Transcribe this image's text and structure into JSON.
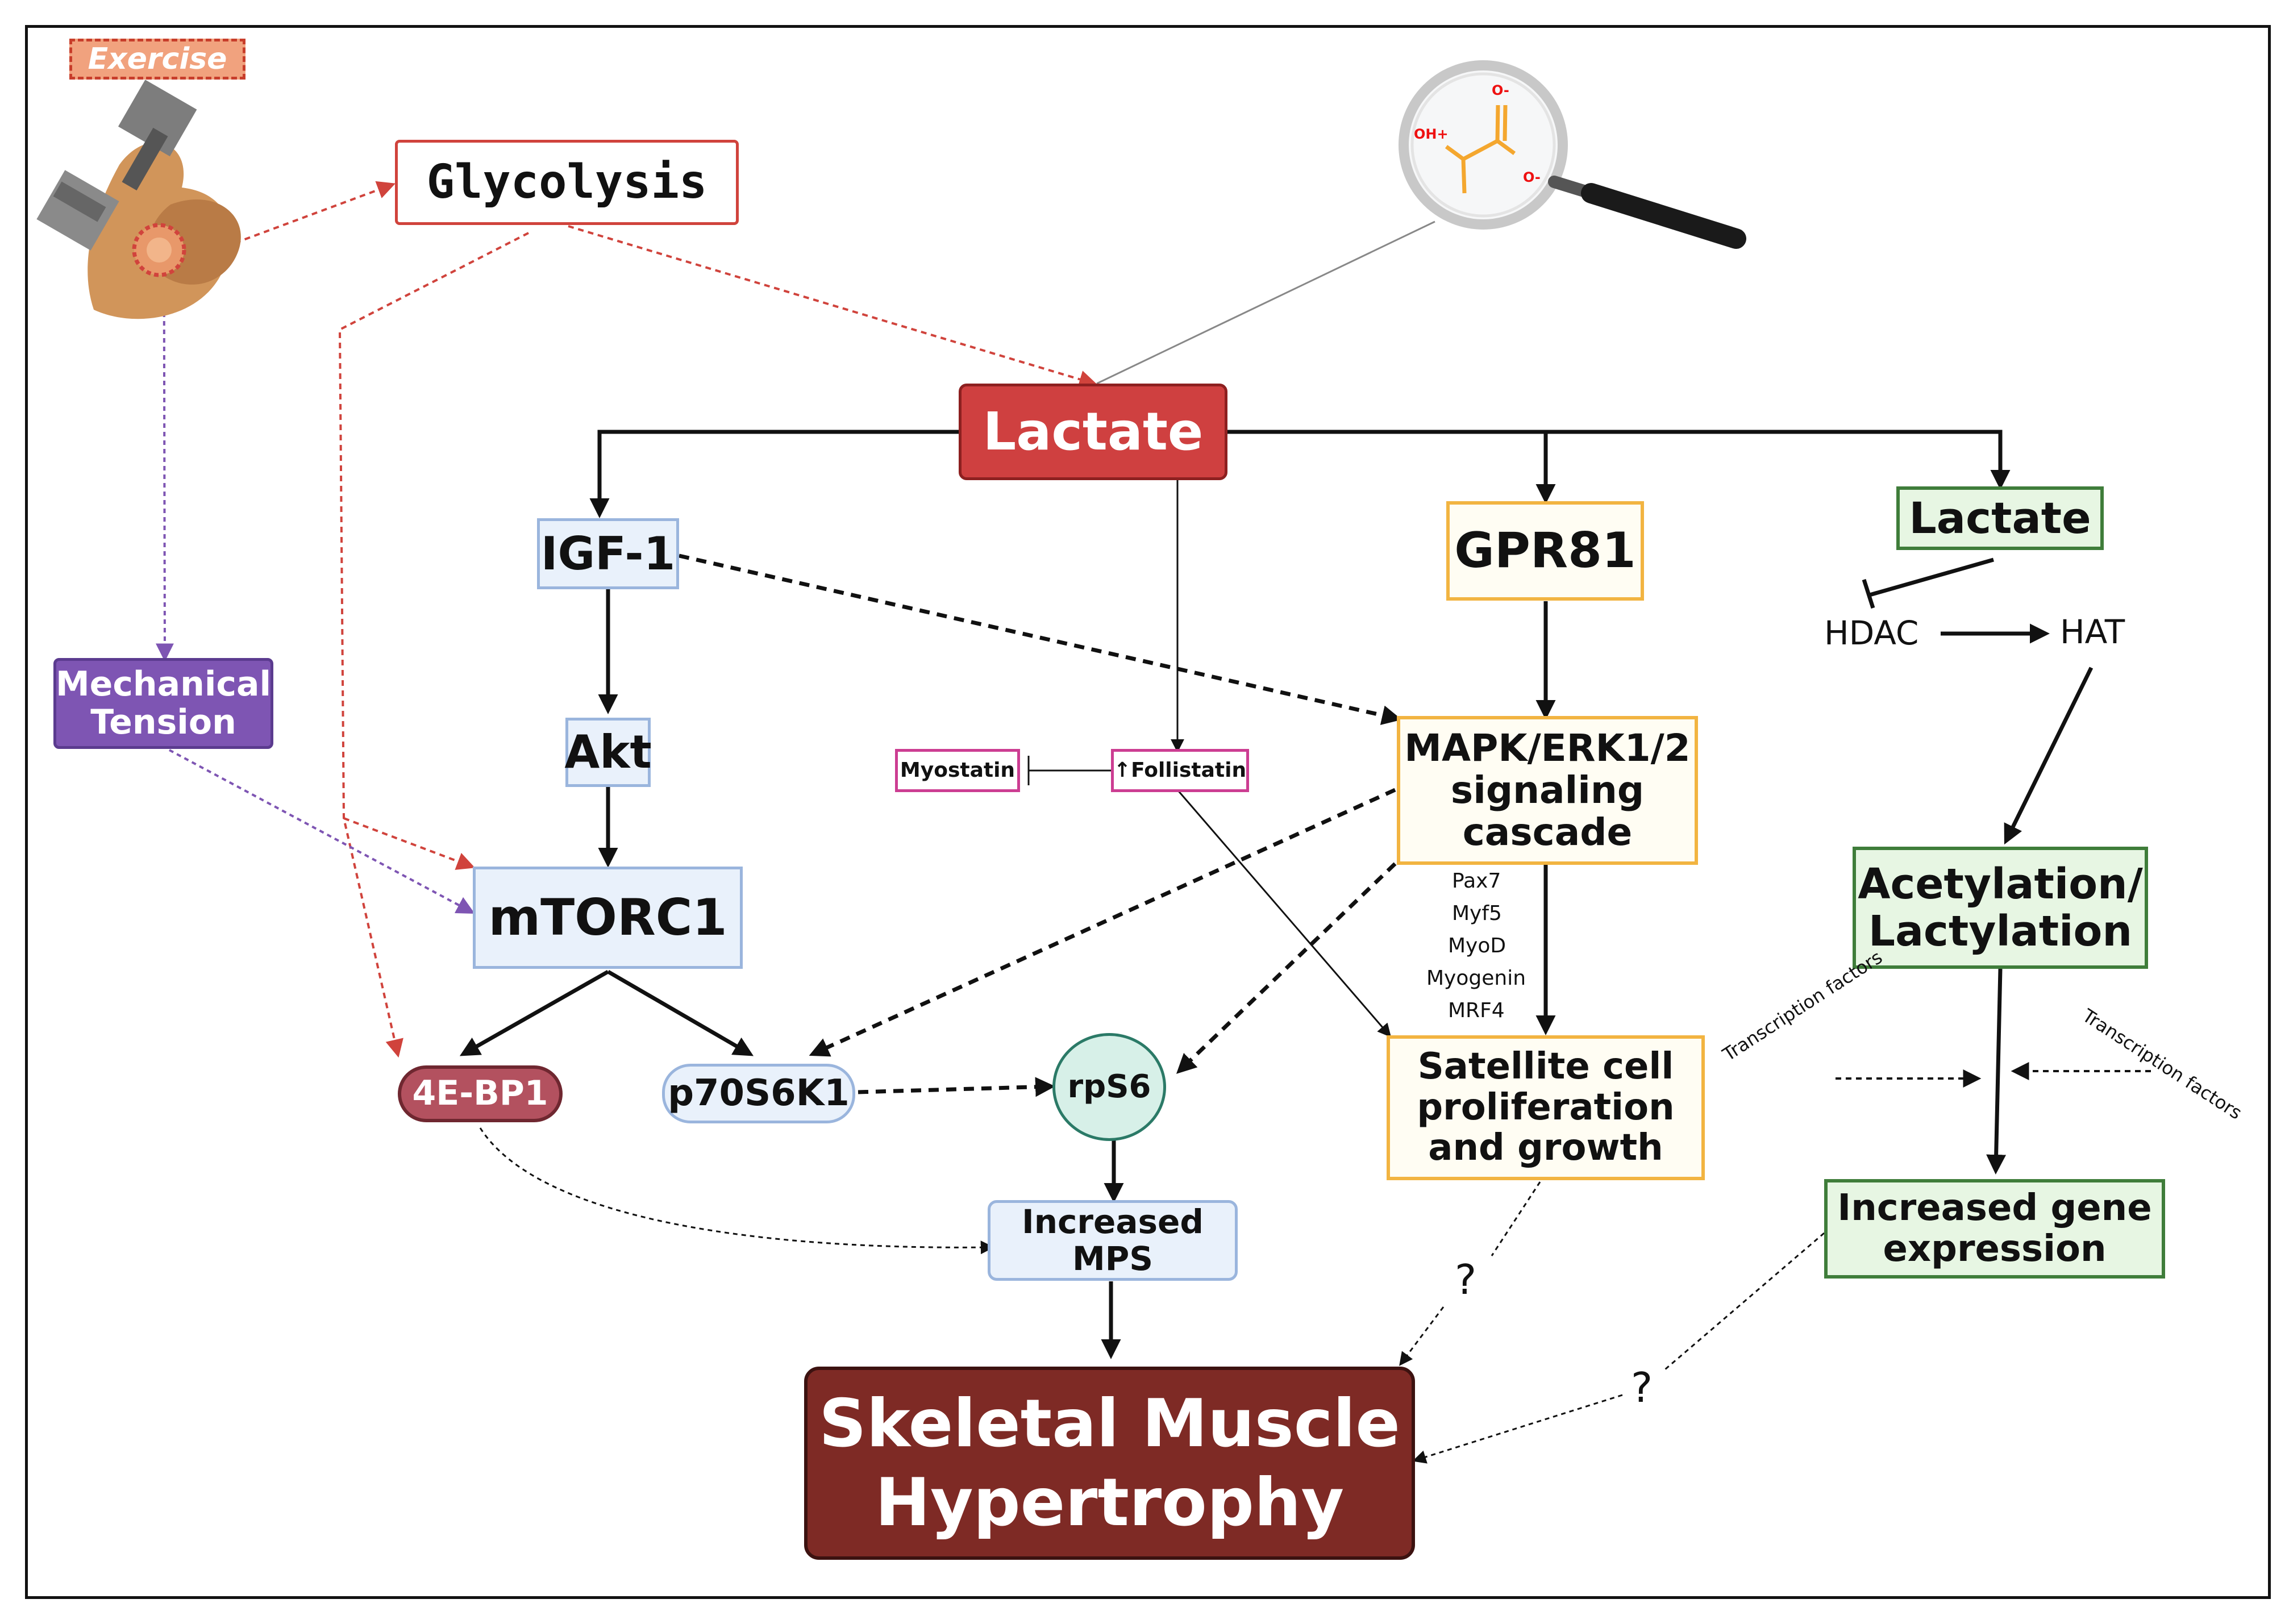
{
  "exercise": "Exercise",
  "glycolysis": "Glycolysis",
  "lactate_main": "Lactate",
  "lactate_secondary": "Lactate",
  "igf1": "IGF-1",
  "akt": "Akt",
  "mtorc1": "mTORC1",
  "mechanical_tension": [
    "Mechanical",
    "Tension"
  ],
  "four_ebp1": "4E-BP1",
  "p70s6k1": "p70S6K1",
  "rps6": "rpS6",
  "increased_mps": "Increased MPS",
  "myostatin": "Myostatin",
  "follistatin": "↑Follistatin",
  "gpr81": "GPR81",
  "mapk": [
    "MAPK/ERK1/2",
    "signaling",
    "cascade"
  ],
  "myogenic_factors": [
    "Pax7",
    "Myf5",
    "MyoD",
    "Myogenin",
    "MRF4"
  ],
  "satellite": [
    "Satellite cell",
    "proliferation",
    "and growth"
  ],
  "hdac": "HDAC",
  "hat": "HAT",
  "acetylation": [
    "Acetylation/",
    "Lactylation"
  ],
  "transcription_factors_left": "Transcription factors",
  "transcription_factors_right": "Transcription factors",
  "increased_gene": [
    "Increased gene",
    "expression"
  ],
  "hypertrophy": [
    "Skeletal Muscle",
    "Hypertrophy"
  ],
  "question_1": "?",
  "question_2": "?",
  "molecule_labels": [
    "OH+",
    "O-",
    "O-"
  ],
  "colors": {
    "lactate_red": "#cf4040",
    "hypertrophy_red": "#7e2a25",
    "mechanical_purple": "#7e55b3",
    "ebp_red": "#b3515f",
    "rps6_teal": "#d7f0e8",
    "glycolysis_red": "#d0433c"
  }
}
